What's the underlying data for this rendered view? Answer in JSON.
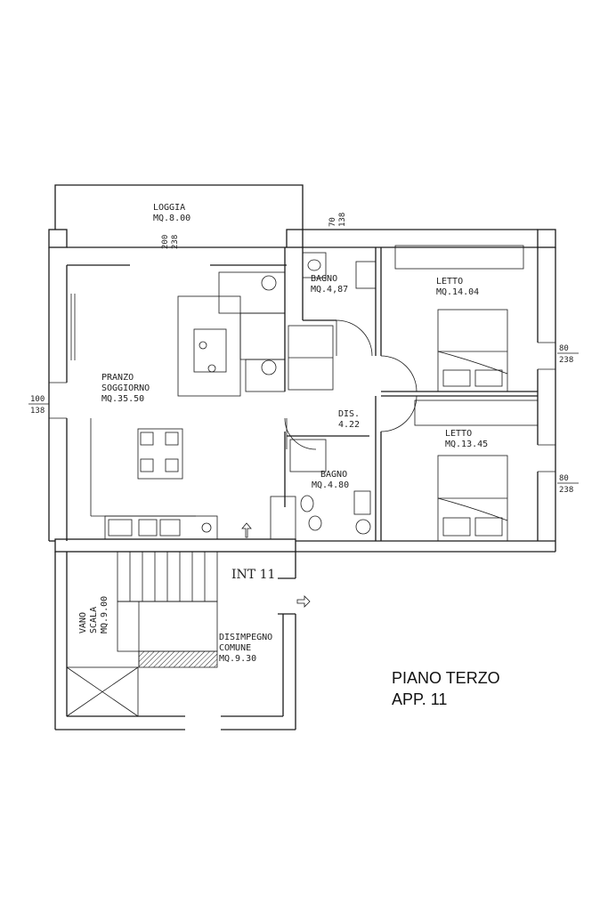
{
  "title": {
    "line1": "PIANO TERZO",
    "line2": "APP.  11"
  },
  "rooms": {
    "loggia": {
      "name": "LOGGIA",
      "area": "MQ.8.00"
    },
    "pranzo": {
      "name1": "PRANZO",
      "name2": "SOGGIORNO",
      "area": "MQ.35.50"
    },
    "bagno1": {
      "name": "BAGNO",
      "area": "MQ.4,87"
    },
    "letto1": {
      "name": "LETTO",
      "area": "MQ.14.04"
    },
    "dis": {
      "name": "DIS.",
      "area": "4.22"
    },
    "letto2": {
      "name": "LETTO",
      "area": "MQ.13.45"
    },
    "bagno2": {
      "name": "BAGNO",
      "area": "MQ.4.80"
    },
    "vano": {
      "name1": "VANO",
      "name2": "SCALA",
      "area": "MQ.9.00"
    },
    "disimpegno": {
      "name1": "DISIMPEGNO",
      "name2": "COMUNE",
      "area": "MQ.9.30"
    }
  },
  "entrance": "INT 11",
  "dimensions": {
    "d1": {
      "top": "200",
      "bottom": "238"
    },
    "d2": {
      "top": "70",
      "bottom": "138"
    },
    "d3": {
      "top": "100",
      "bottom": "138"
    },
    "d4": {
      "top": "80",
      "bottom": "238"
    },
    "d5": {
      "top": "80",
      "bottom": "238"
    }
  }
}
